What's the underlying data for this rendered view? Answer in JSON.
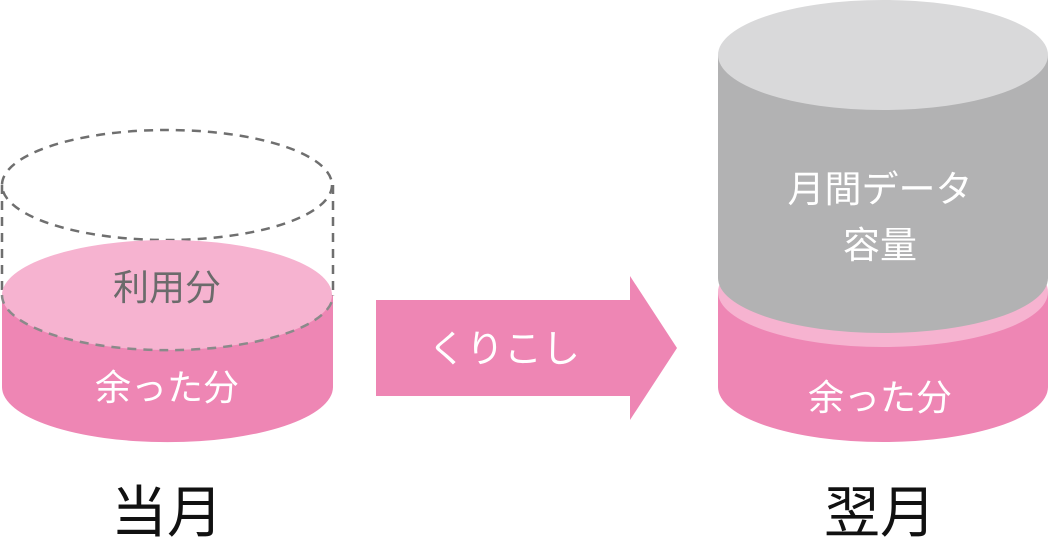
{
  "left_cylinder": {
    "used_label": "利用分",
    "remaining_label": "余った分",
    "caption": "当月"
  },
  "arrow": {
    "label": "くりこし"
  },
  "right_cylinder": {
    "capacity_label_line1": "月間データ",
    "capacity_label_line2": "容量",
    "remaining_label": "余った分",
    "caption": "翌月"
  },
  "colors": {
    "pink_dark": "#ee86b4",
    "pink_light": "#f6b3d0",
    "grey_body": "#b2b2b3",
    "grey_top": "#d9d9da",
    "dash": "#6f6f6f"
  }
}
